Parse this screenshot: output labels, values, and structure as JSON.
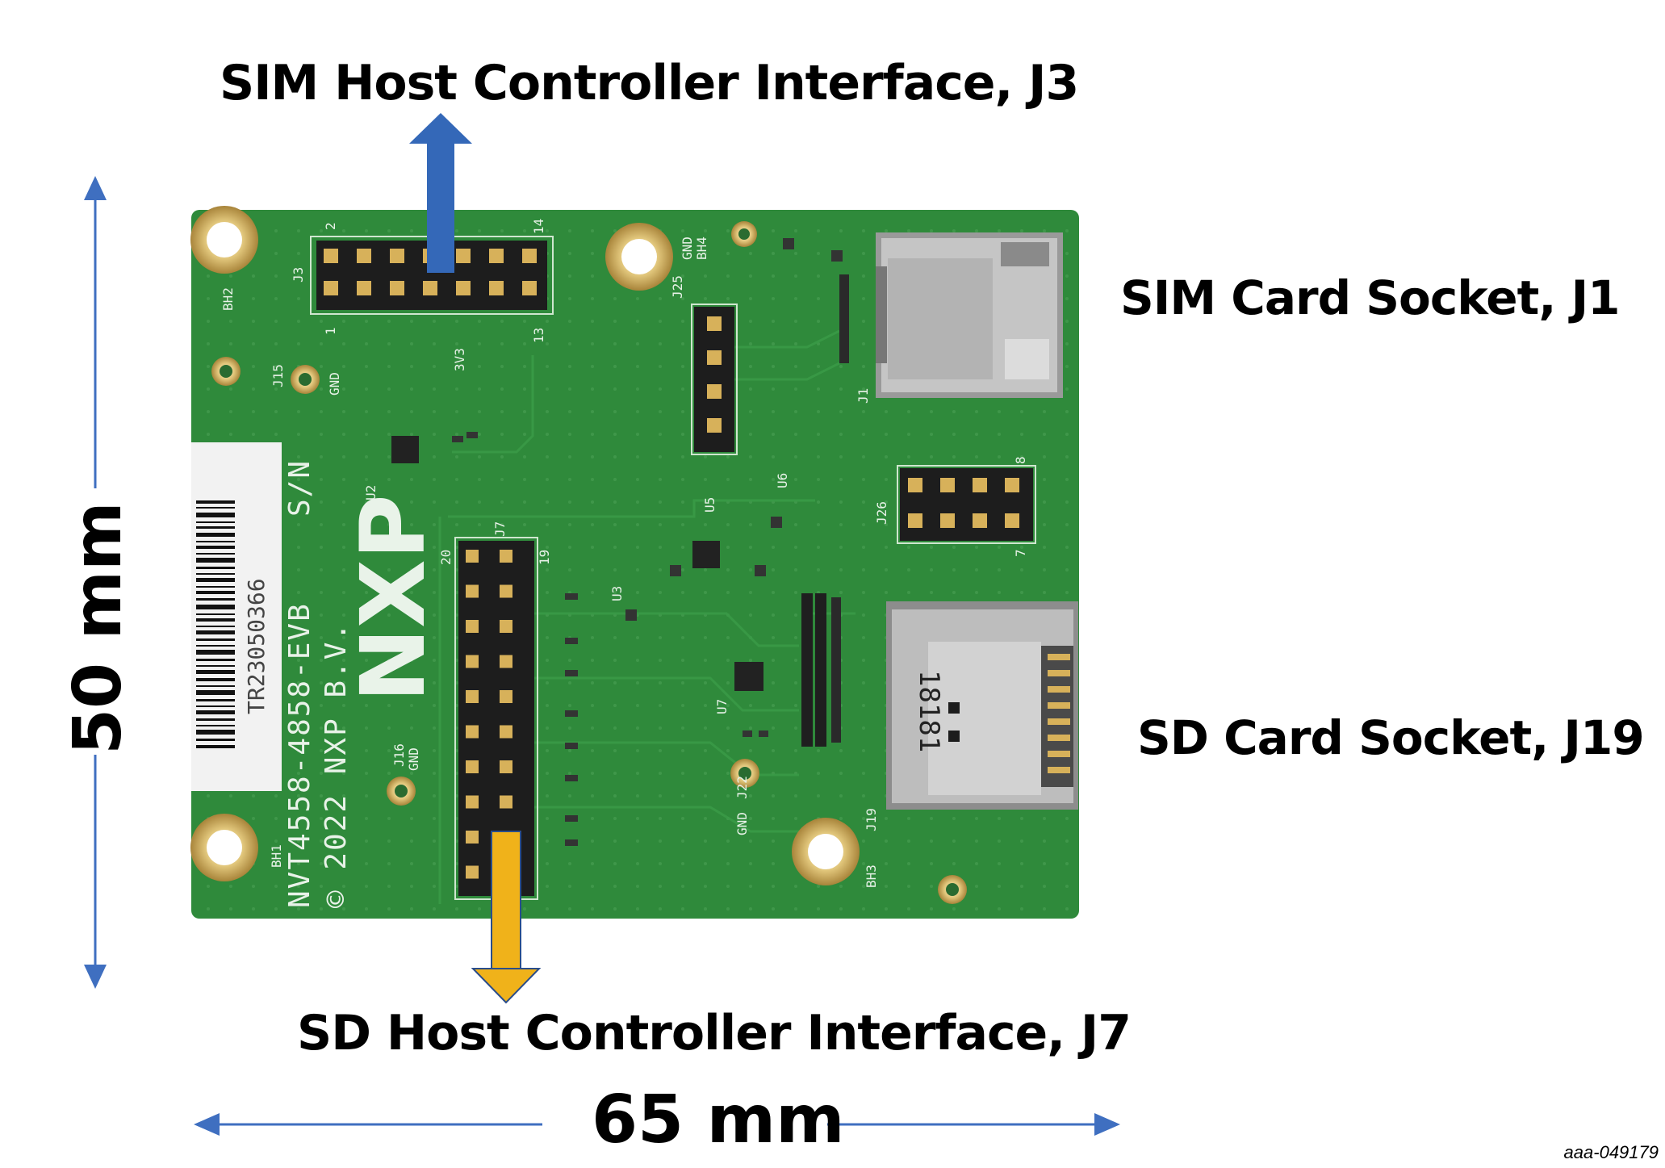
{
  "labels": {
    "sim_host": "SIM Host Controller Interface, J3",
    "sim_socket": "SIM Card Socket, J1",
    "sd_socket": "SD Card Socket, J19",
    "sd_host": "SD Host Controller Interface, J7",
    "width": "65 mm",
    "height": "50 mm"
  },
  "figure_id": "aaa-049179",
  "board": {
    "name": "NVT4558-4858-EVB",
    "brand": "NXP",
    "copyright": "© 2022 NXP B.V.",
    "serial_label": "S/N",
    "serial_number": "TR23050366",
    "connectors": {
      "j3": "J3",
      "j7": "J7",
      "j25": "J25",
      "j26": "J26",
      "j1": "J1",
      "j19": "J19",
      "j15": "J15",
      "j16": "J16",
      "j22": "J22"
    },
    "silkscreen": {
      "bh1": "BH1",
      "bh2": "BH2",
      "bh3": "BH3",
      "bh4": "BH4",
      "gnd": "GND",
      "v3v3": "3V3",
      "u2": "U2",
      "u3": "U3",
      "u5": "U5",
      "u6": "U6",
      "u7": "U7",
      "sd_card_print": "18181",
      "pin_2": "2",
      "pin_14": "14",
      "pin_1": "1",
      "pin_13": "13",
      "pin_20": "20",
      "pin_19": "19",
      "pin_8": "8",
      "pin_7": "7"
    }
  },
  "colors": {
    "pcb": "#2f8a3b",
    "arrow_blue": "#3468b8",
    "arrow_yellow": "#f0b21a",
    "dimension": "#3f6fc0",
    "gold": "#c9a44a"
  }
}
